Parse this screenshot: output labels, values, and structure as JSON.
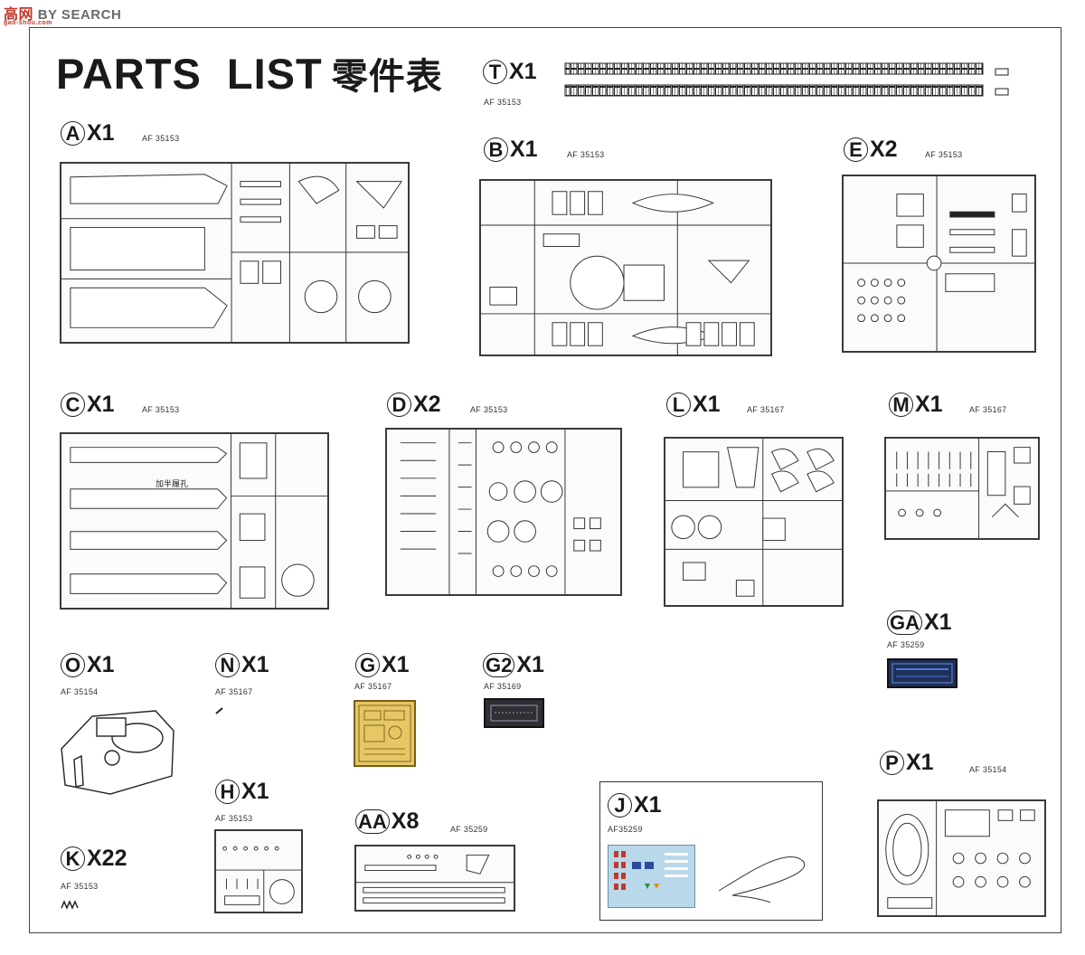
{
  "watermark": {
    "cn": "高",
    "cn2": "网",
    "text": "BY SEARCH",
    "url": "gao-shou.com"
  },
  "title": {
    "text": "PARTS  LIST",
    "cn": "零件表"
  },
  "sprue_T": {
    "letter": "T",
    "count": "X1",
    "code": "AF 35153"
  },
  "sprue_A": {
    "letter": "A",
    "count": "X1",
    "code": "AF 35153"
  },
  "sprue_B": {
    "letter": "B",
    "count": "X1",
    "code": "AF 35153"
  },
  "sprue_E": {
    "letter": "E",
    "count": "X2",
    "code": "AF 35153"
  },
  "sprue_C": {
    "letter": "C",
    "count": "X1",
    "code": "AF 35153",
    "note": "加半履孔"
  },
  "sprue_D": {
    "letter": "D",
    "count": "X2",
    "code": "AF 35153"
  },
  "sprue_L": {
    "letter": "L",
    "count": "X1",
    "code": "AF 35167"
  },
  "sprue_M": {
    "letter": "M",
    "count": "X1",
    "code": "AF 35167"
  },
  "sprue_GA": {
    "letter": "GA",
    "count": "X1",
    "code": "AF 35259"
  },
  "sprue_O": {
    "letter": "O",
    "count": "X1",
    "code": "AF 35154"
  },
  "sprue_N": {
    "letter": "N",
    "count": "X1",
    "code": "AF 35167"
  },
  "sprue_G": {
    "letter": "G",
    "count": "X1",
    "code": "AF 35167"
  },
  "sprue_G2": {
    "letter": "G2",
    "count": "X1",
    "code": "AF 35169"
  },
  "sprue_H": {
    "letter": "H",
    "count": "X1",
    "code": "AF 35153"
  },
  "sprue_AA": {
    "letter": "AA",
    "count": "X8",
    "code": "AF 35259"
  },
  "sprue_J": {
    "letter": "J",
    "count": "X1",
    "code": "AF35259"
  },
  "sprue_K": {
    "letter": "K",
    "count": "X22",
    "code": "AF 35153"
  },
  "sprue_P": {
    "letter": "P",
    "count": "X1",
    "code": "AF 35154"
  },
  "colors": {
    "ink": "#1a1a1a",
    "gold_etch": "#e6c766",
    "decal_blue": "#b9d8ea",
    "decal_red": "#c0392b"
  }
}
